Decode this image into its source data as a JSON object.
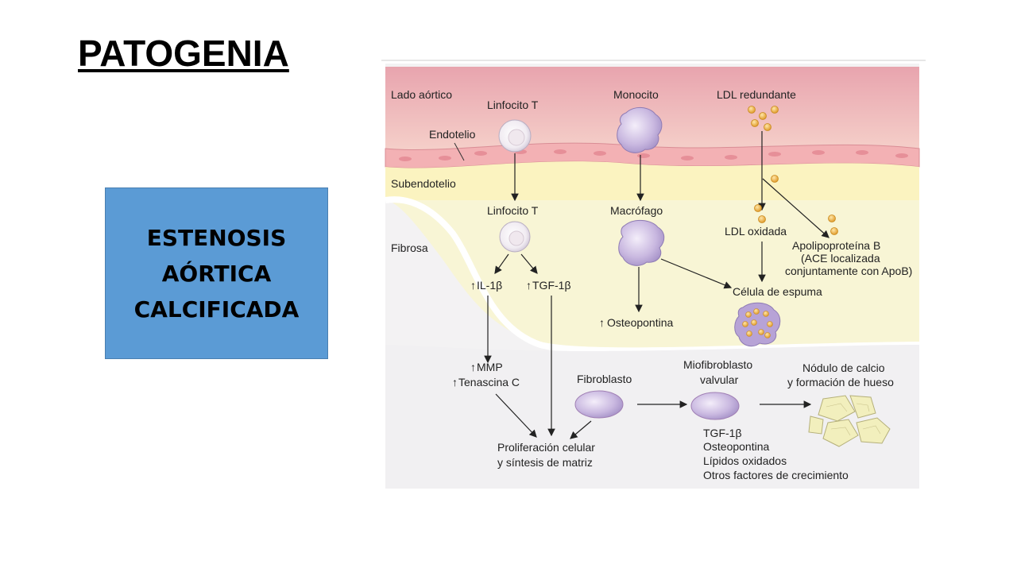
{
  "slide": {
    "title": "PATOGENIA",
    "topic": "ESTENOSIS\nAÓRTICA\nCALCIFICADA"
  },
  "diagram": {
    "layers": {
      "aortic_side": "Lado aórtico",
      "endothelium": "Endotelio",
      "subendothelium": "Subendotelio",
      "fibrosa": "Fibrosa"
    },
    "cells": {
      "t_lymphocyte_top": "Linfocito T",
      "monocyte": "Monocito",
      "ldl_redundant": "LDL redundante",
      "t_lymphocyte_sub": "Linfocito T",
      "macrophage": "Macrófago",
      "ldl_oxidized": "LDL oxidada",
      "apob_lines": [
        "Apolipoproteína B",
        "(ACE localizada",
        "conjuntamente con ApoB)"
      ],
      "foam_cell": "Célula de espuma",
      "fibroblast": "Fibroblasto",
      "myofibroblast_lines": [
        "Miofibroblasto",
        "valvular"
      ],
      "calcium_nodule_lines": [
        "Nódulo de calcio",
        "y formación de hueso"
      ]
    },
    "markers": {
      "il1b": "IL-1β",
      "tgf1b": "TGF-1β",
      "osteopontin": "Osteopontina",
      "mmp": "MMP",
      "tenascin": "Tenascina C"
    },
    "proliferation_lines": [
      "Proliferación celular",
      "y síntesis de matriz"
    ],
    "factors": [
      "TGF-1β",
      "Osteopontina",
      "Lípidos oxidados",
      "Otros factores de crecimiento"
    ],
    "colors": {
      "lumen_top": "#ebaab3",
      "lumen_bottom": "#f4c9c5",
      "endothelium": "#f3b3b5",
      "subendothelium": "#fbf4c2",
      "fibrosa": "#f8f6d6",
      "valve_surface": "#e9e5ee",
      "cell_purple": "#c4b3dc",
      "ldl_gold": "#f2b447",
      "bone": "#f2f0c0"
    }
  }
}
